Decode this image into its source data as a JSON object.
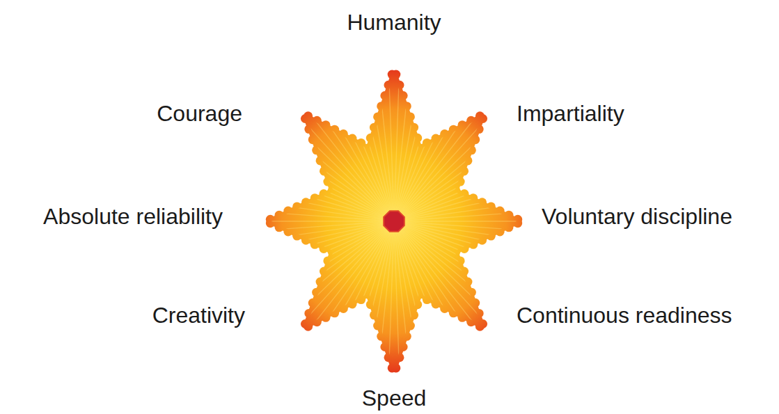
{
  "diagram": {
    "labels": [
      "Humanity",
      "Impartiality",
      "Voluntary discipline",
      "Continuous readiness",
      "Speed",
      "Creativity",
      "Absolute reliability",
      "Courage"
    ]
  }
}
